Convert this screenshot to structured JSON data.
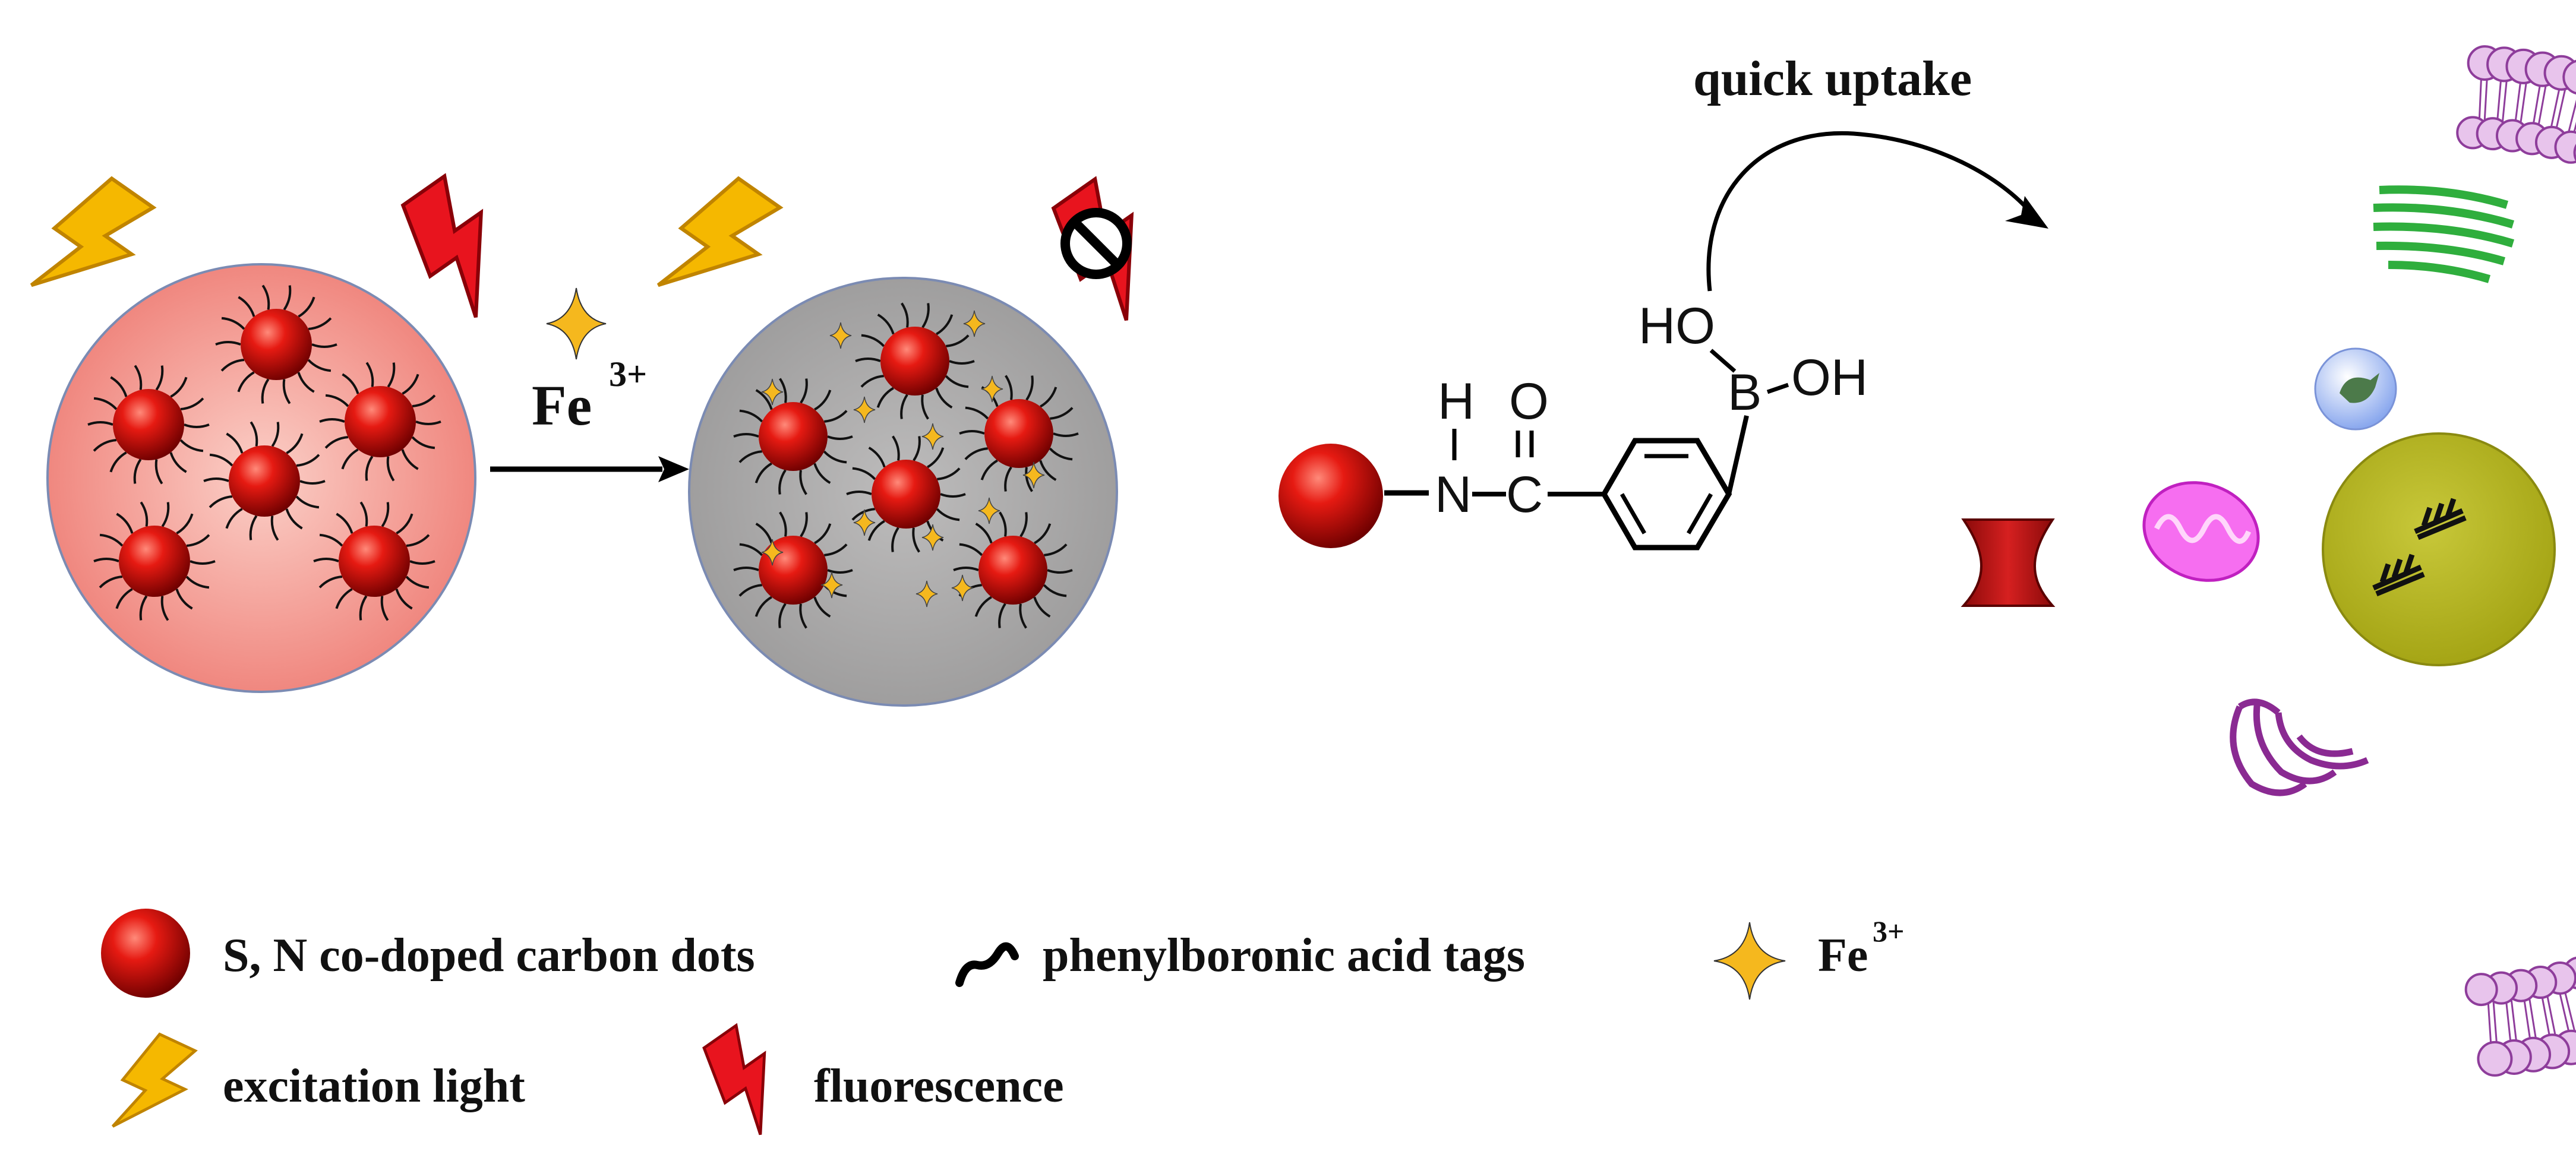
{
  "diagram": {
    "fe_label": "Fe",
    "fe_superscript": "3+",
    "uptake_label": "quick uptake",
    "chem": {
      "H": "H",
      "O": "O",
      "N": "N",
      "C": "C",
      "B": "B",
      "HO": "HO",
      "OH": "OH",
      "bond_nh": "N-C",
      "bond_boh": "-OH"
    }
  },
  "legend": {
    "carbon_dots": "S, N co-doped carbon dots",
    "tags": "phenylboronic acid tags",
    "fe": "Fe",
    "fe_sup": "3+",
    "excitation": "excitation light",
    "fluorescence": "fluorescence"
  },
  "colors": {
    "dot_red": "#e01010",
    "dot_dark": "#7a0000",
    "pink_circle": "#f28b82",
    "gray_circle": "#a9a7a7",
    "lightning_yellow": "#f5b800",
    "lightning_red": "#e8141e",
    "membrane_purple": "#9b4aa8",
    "membrane_fill": "#e8c4ec",
    "nucleus": "#b5b61a",
    "golgi_green": "#2fae3d",
    "mito_magenta": "#e03ad8"
  }
}
